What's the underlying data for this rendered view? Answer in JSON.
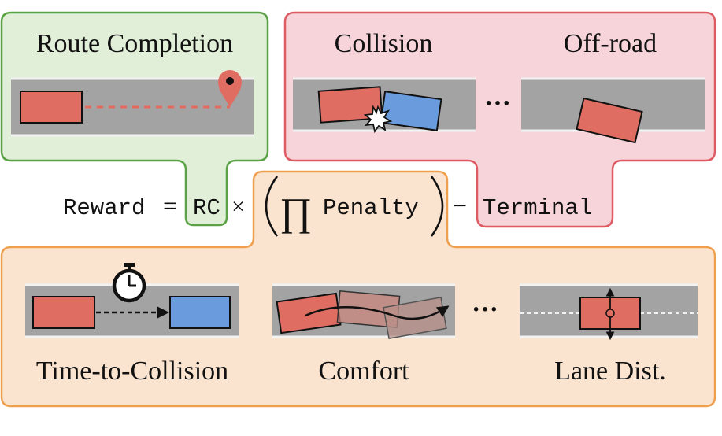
{
  "colors": {
    "green_fill": "#e1eed8",
    "green_stroke": "#5aa245",
    "red_fill": "#f6d4da",
    "red_stroke": "#de5b63",
    "orange_fill": "#fbe4cf",
    "orange_stroke": "#efa04e",
    "road": "#a3a3a3",
    "lane_line": "#f2f2f2",
    "car_red": "#df6d62",
    "car_blue": "#6a9bdc",
    "pin": "#df6d62"
  },
  "route_completion": {
    "title": "Route Completion",
    "icons": [
      "ego-car-icon",
      "dashed-route-icon",
      "destination-pin-icon"
    ]
  },
  "terminal": {
    "collision_title": "Collision",
    "offroad_title": "Off-road",
    "ellipsis": "···"
  },
  "formula": {
    "reward": "Reward",
    "equals": "=",
    "rc": "RC",
    "times": "×",
    "product": "∏",
    "penalty": "Penalty",
    "minus": "−",
    "terminal": "Terminal"
  },
  "penalties": {
    "ttc_label": "Time-to-Collision",
    "comfort_label": "Comfort",
    "lane_label": "Lane Dist.",
    "ellipsis": "···",
    "icons": [
      "stopwatch-icon",
      "ttc-arrow-icon",
      "curved-path-arrow-icon",
      "lateral-offset-arrow-icon"
    ]
  }
}
